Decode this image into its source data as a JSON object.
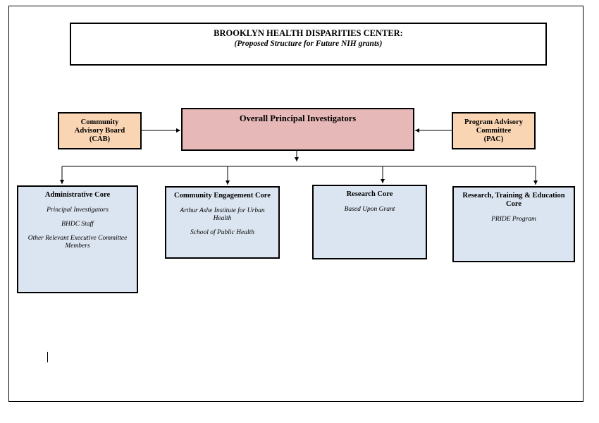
{
  "header": {
    "title": "BROOKLYN HEALTH DISPARITIES CENTER:",
    "subtitle": "(Proposed Structure for Future NIH grants)"
  },
  "principal": {
    "label": "Overall Principal Investigators"
  },
  "cab": {
    "lines": [
      "Community",
      "Advisory Board",
      "(CAB)"
    ]
  },
  "pac": {
    "lines": [
      "Program Advisory",
      "Committee",
      "(PAC)"
    ]
  },
  "cores": {
    "admin": {
      "title": "Administrative Core",
      "items": [
        "Principal Investigators",
        "BHDC Staff",
        "Other Relevant Executive Committee Members"
      ]
    },
    "community": {
      "title": "Community Engagement Core",
      "items": [
        "Arthur Ashe Institute for Urban Health",
        "School of Public Health"
      ]
    },
    "research": {
      "title": "Research Core",
      "items": [
        "Based Upon Grant"
      ]
    },
    "rte": {
      "title": "Research, Training & Education Core",
      "items": [
        "PRIDE Program"
      ]
    }
  }
}
